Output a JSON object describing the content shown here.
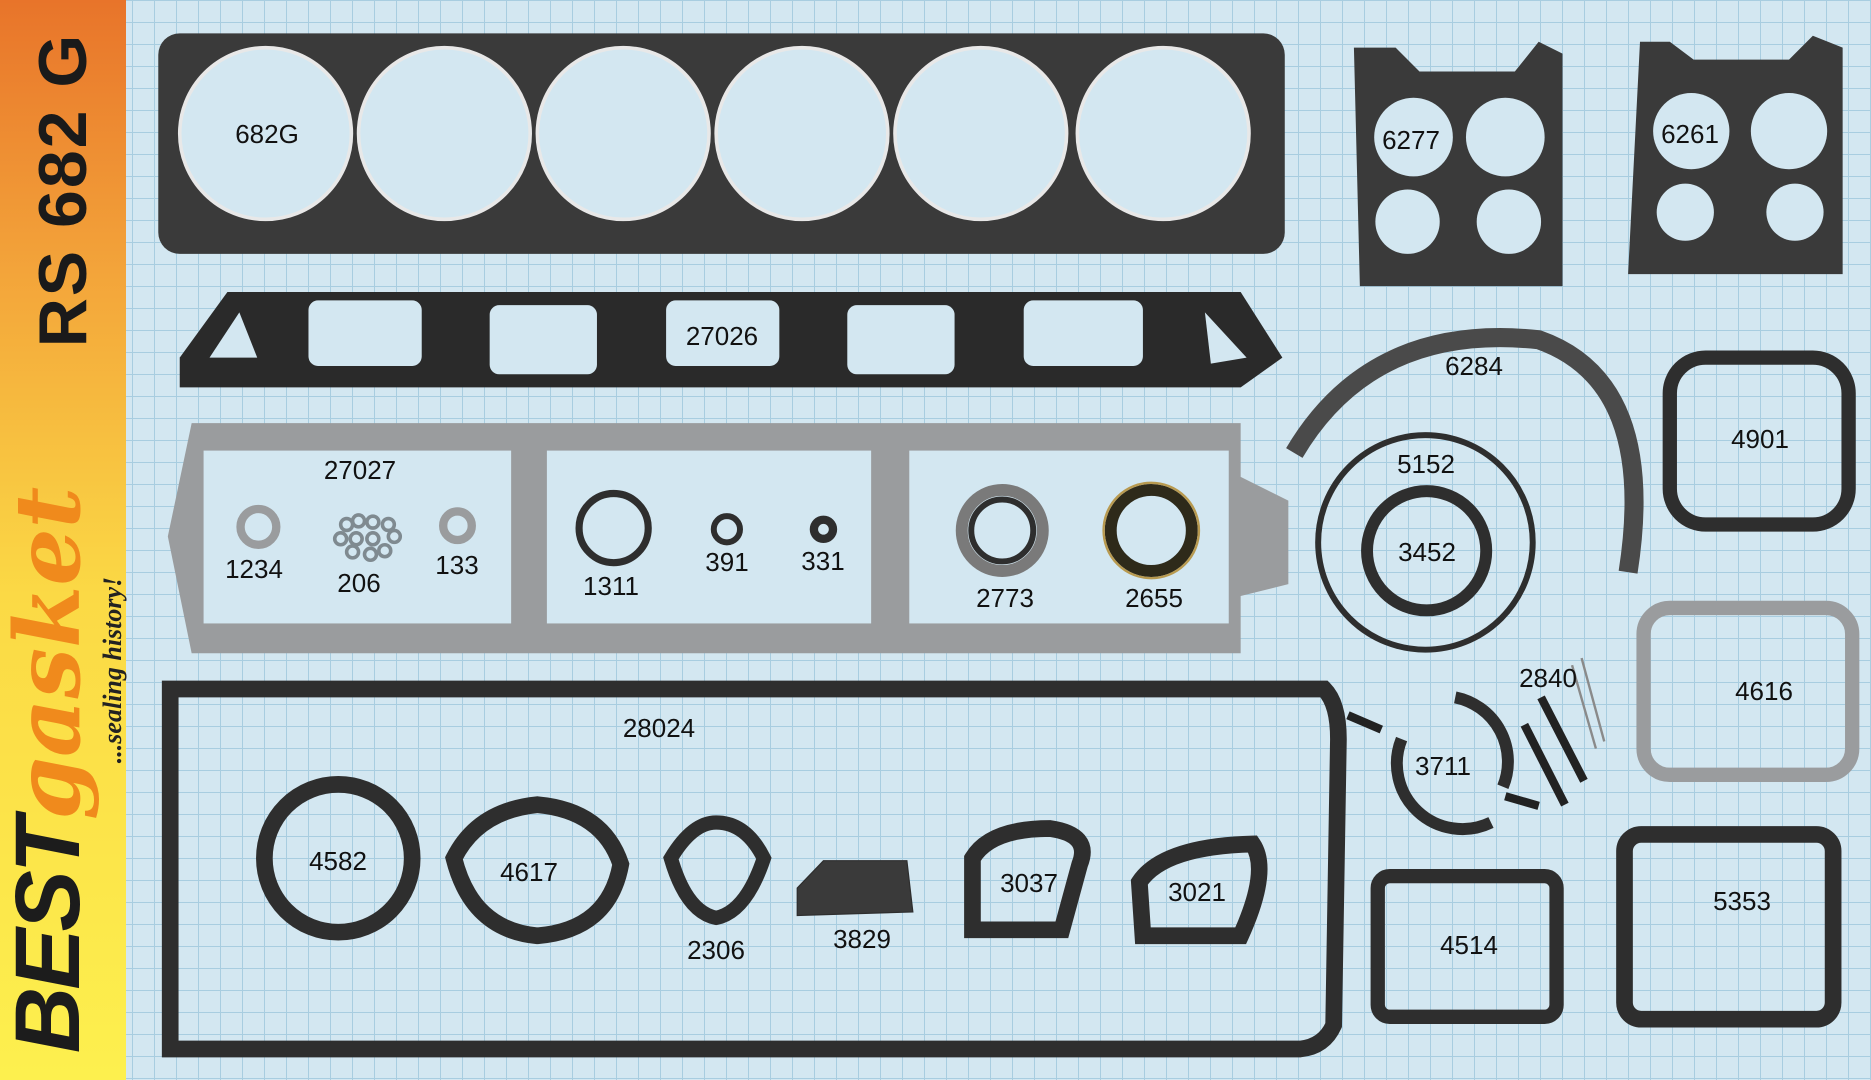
{
  "brand": {
    "word1": "BEST",
    "word2": "gasket",
    "slogan": "...sealing history!",
    "kit": "RS 682 G"
  },
  "colors": {
    "gasket_dark": "#2e2e2e",
    "gasket_grey": "#9a9c9e",
    "background": "#d3e7f1",
    "grid": "#a8cde0",
    "banner_top": "#e8742a",
    "banner_bottom": "#fdf04e"
  },
  "parts": [
    "682G",
    "6277",
    "6261",
    "27026",
    "6284",
    "4901",
    "27027",
    "5152",
    "3452",
    "1234",
    "206",
    "133",
    "1311",
    "391",
    "331",
    "2773",
    "2655",
    "2840",
    "4616",
    "28024",
    "3711",
    "4582",
    "4617",
    "3037",
    "3021",
    "5353",
    "2306",
    "3829",
    "4514"
  ]
}
